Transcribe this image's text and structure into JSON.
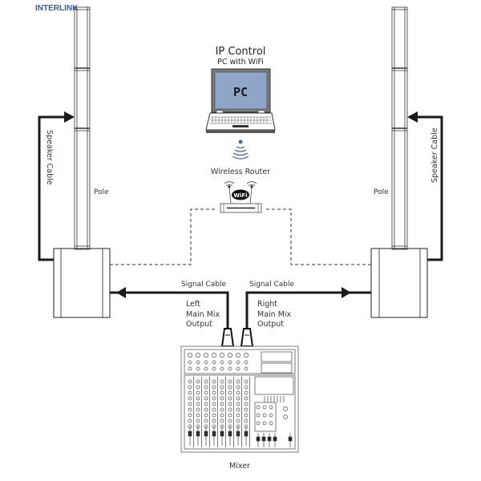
{
  "brand": {
    "logo_text": "INTERLINK",
    "color": "#3a5a8c"
  },
  "ip_control": {
    "title": "IP Control",
    "subtitle": "PC with WiFi",
    "screen_label": "PC"
  },
  "router": {
    "label": "Wireless Router",
    "badge": "WiFi"
  },
  "left_speaker": {
    "pole_label": "Pole",
    "speaker_cable_label": "Speaker Cable"
  },
  "right_speaker": {
    "pole_label": "Pole",
    "speaker_cable_label": "Speaker Cable"
  },
  "signal": {
    "left": {
      "cable_label": "Signal Cable",
      "output_lines": [
        "Left",
        "Main Mix",
        "Output"
      ]
    },
    "right": {
      "cable_label": "Signal Cable",
      "output_lines": [
        "Right",
        "Main Mix",
        "Output"
      ]
    }
  },
  "mixer": {
    "label": "Mixer"
  },
  "colors": {
    "line": "#1a1a1a",
    "outline": "#333333",
    "screen": "#8fa6c8"
  }
}
